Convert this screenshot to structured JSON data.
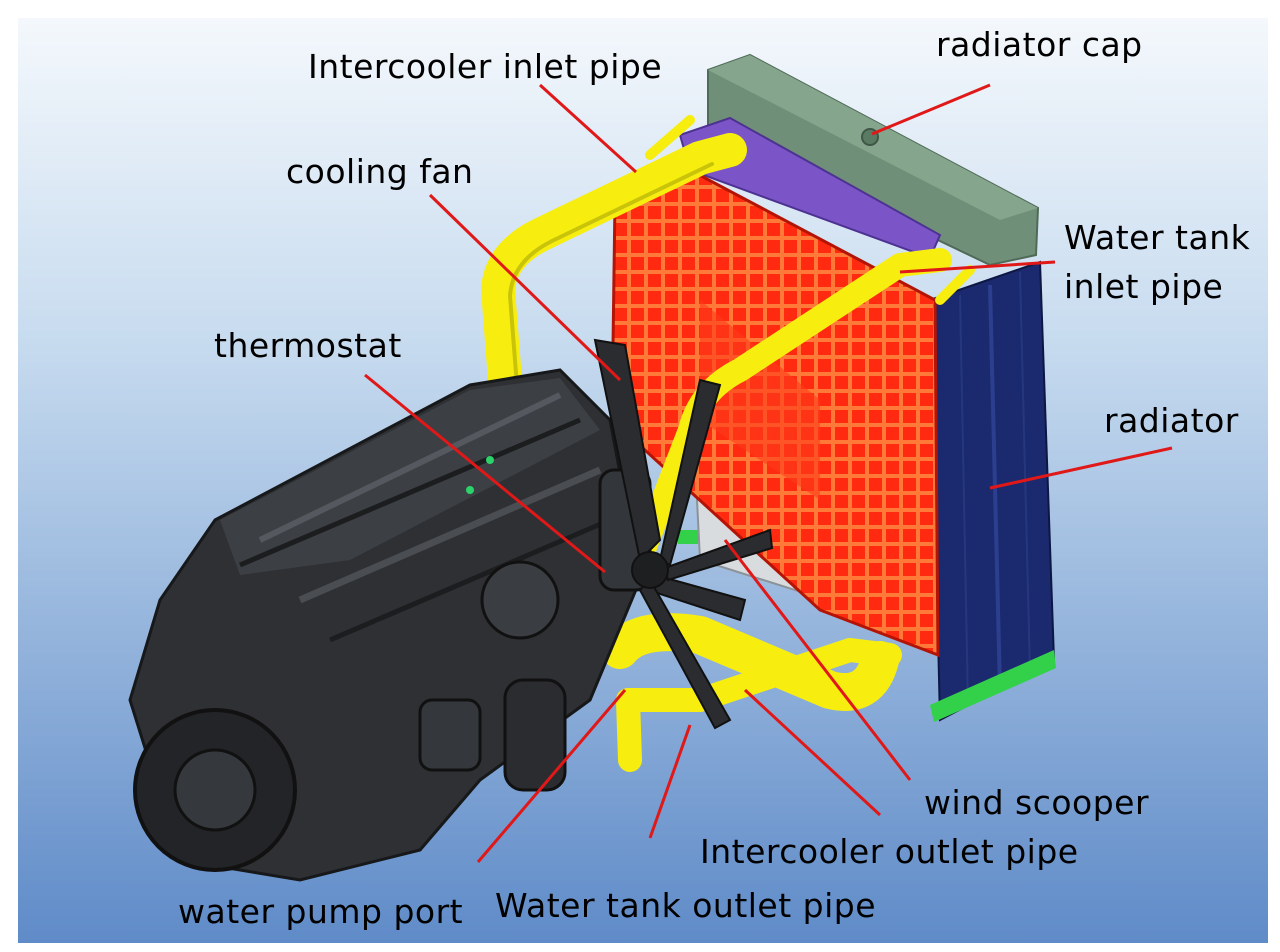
{
  "labels": {
    "intercooler_inlet_pipe": "Intercooler inlet pipe",
    "radiator_cap": "radiator cap",
    "cooling_fan": "cooling fan",
    "water_tank_inlet_pipe_line1": "Water tank",
    "water_tank_inlet_pipe_line2": "inlet pipe",
    "thermostat": "thermostat",
    "radiator": "radiator",
    "wind_scooper": "wind scooper",
    "intercooler_outlet_pipe": "Intercooler outlet pipe",
    "water_pump_port": "water pump port",
    "water_tank_outlet_pipe": "Water tank outlet pipe"
  },
  "colors": {
    "leader_line": "#e01818",
    "radiator_body": "#1b2a6e",
    "radiator_top_tank": "#6f8f78",
    "fan_guard": "#f0271b",
    "pipes": "#f7ee10",
    "upper_hose": "#7b55c8",
    "engine": "#2e3034",
    "background_top": "#f4f8fc",
    "background_bottom": "#5f8bc8"
  }
}
